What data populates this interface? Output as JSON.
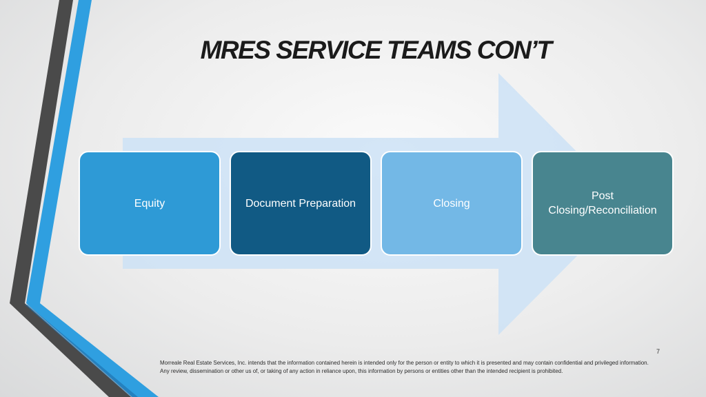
{
  "slide": {
    "title": "MRES SERVICE TEAMS CON’T",
    "page_number": "7",
    "footnote": "Morreale Real Estate Services, Inc. intends that the information contained herein is intended only for the person or entity to which it is presented and may contain confidential and privileged information. Any review, dissemination or other us of, or taking of any action in reliance upon, this information by persons or entities other than the intended recipient is prohibited."
  },
  "process": {
    "steps": [
      {
        "label": "Equity",
        "color": "#2e9ad6"
      },
      {
        "label": "Document Preparation",
        "color": "#115a84"
      },
      {
        "label": "Closing",
        "color": "#73b8e6"
      },
      {
        "label": "Post Closing/Reconciliation",
        "color": "#48858f"
      }
    ],
    "arrow_color": "#cde2f6"
  },
  "decor": {
    "stripe_dark": "#4a4a4a",
    "stripe_blue": "#2f9fe0",
    "corner_blue": "#1e82c8"
  }
}
